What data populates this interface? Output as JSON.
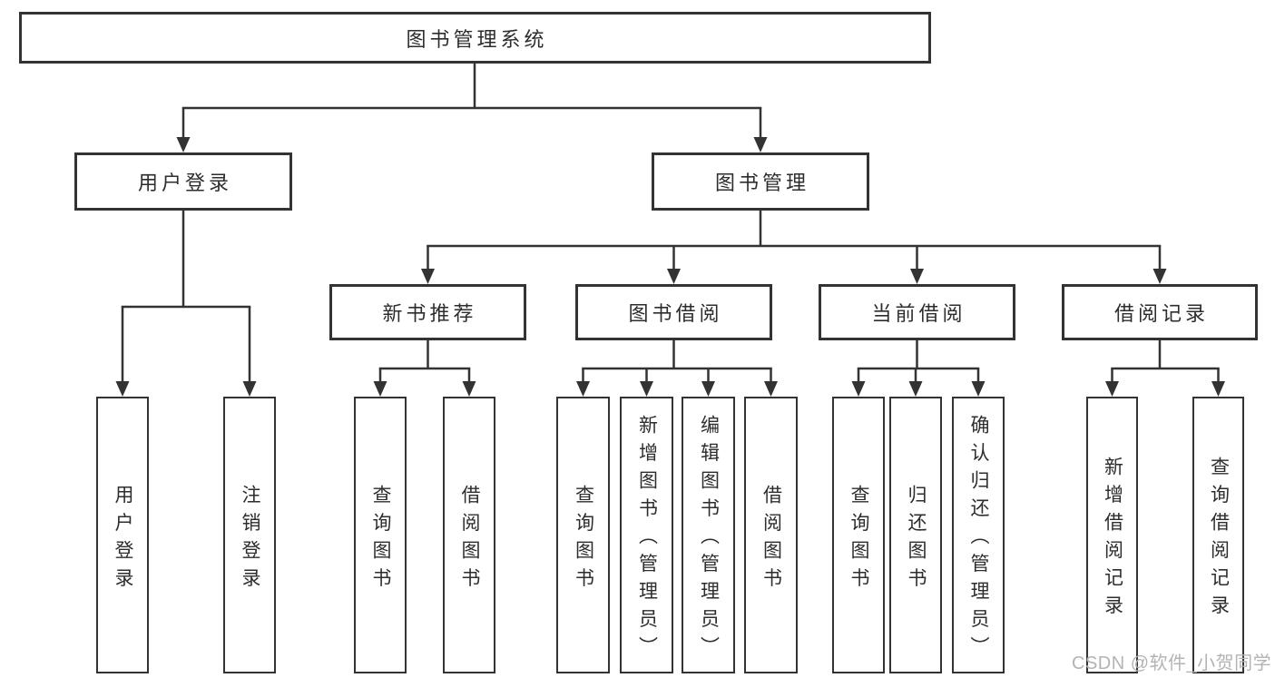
{
  "diagram": {
    "root": "图书管理系统",
    "branches": [
      {
        "label": "用户登录",
        "leaves": [
          "用户登录",
          "注销登录"
        ]
      },
      {
        "label": "图书管理",
        "groups": [
          {
            "label": "新书推荐",
            "leaves": [
              "查询图书",
              "借阅图书"
            ]
          },
          {
            "label": "图书借阅",
            "leaves": [
              "查询图书",
              "新增图书（管理员）",
              "编辑图书（管理员）",
              "借阅图书"
            ]
          },
          {
            "label": "当前借阅",
            "leaves": [
              "查询图书",
              "归还图书",
              "确认归还（管理员）"
            ]
          },
          {
            "label": "借阅记录",
            "leaves": [
              "新增借阅记录",
              "查询借阅记录"
            ]
          }
        ]
      }
    ]
  },
  "watermark": {
    "text": "CSDN @软件_小贺同学"
  },
  "colors": {
    "line": "#333333",
    "border": "#333333",
    "text": "#2d2d2d",
    "watermark": "#b3b3b3",
    "background": "#ffffff"
  }
}
